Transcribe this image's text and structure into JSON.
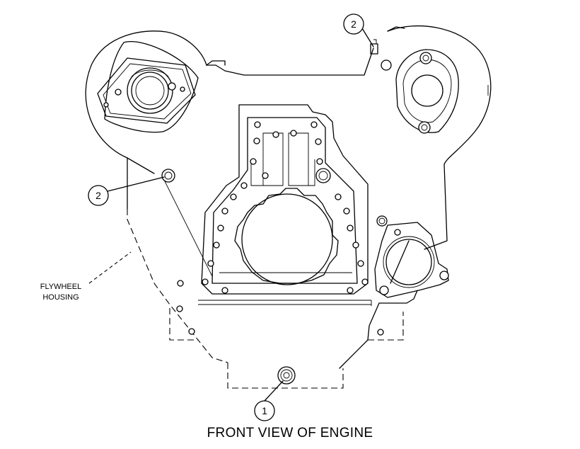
{
  "caption": "FRONT VIEW OF ENGINE",
  "labels": {
    "flywheel_housing": [
      "FLYWHEEL",
      "HOUSING"
    ]
  },
  "callouts": [
    {
      "number": "2"
    },
    {
      "number": "2"
    },
    {
      "number": "1"
    }
  ]
}
